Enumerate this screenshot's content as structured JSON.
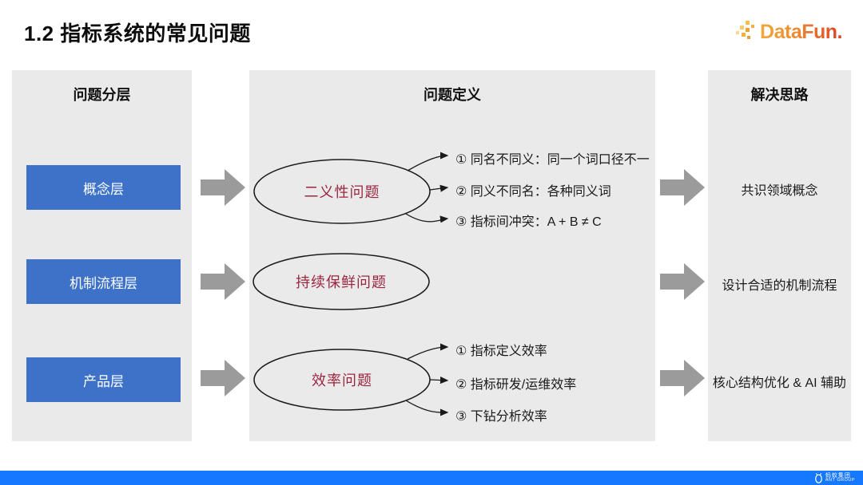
{
  "slide": {
    "title": "1.2 指标系统的常见问题",
    "logo_text": "DataFun.",
    "footer": {
      "brand_cn": "蚂蚁集团",
      "brand_en": "ANT GROUP"
    }
  },
  "icons": {
    "logo_dots": "pixel-dots-icon",
    "footer_mark": "ant-icon",
    "flow_arrow": "block-arrow-right-icon",
    "branch_arrow": "thin-arrow-right-icon"
  },
  "columns": {
    "layers": {
      "header": "问题分层",
      "items": [
        {
          "label": "概念层"
        },
        {
          "label": "机制流程层"
        },
        {
          "label": "产品层"
        }
      ]
    },
    "definitions": {
      "header": "问题定义",
      "problems": [
        {
          "label": "二义性问题",
          "details": [
            "① 同名不同义：同一个词口径不一",
            "② 同义不同名：各种同义词",
            "③ 指标间冲突：A + B ≠ C"
          ]
        },
        {
          "label": "持续保鲜问题",
          "details": []
        },
        {
          "label": "效率问题",
          "details": [
            "① 指标定义效率",
            "② 指标研发/运维效率",
            "③ 下钻分析效率"
          ]
        }
      ]
    },
    "solutions": {
      "header": "解决思路",
      "items": [
        {
          "label": "共识领域概念"
        },
        {
          "label": "设计合适的机制流程"
        },
        {
          "label": "核心结构优化 & AI 辅助"
        }
      ]
    }
  },
  "colors": {
    "accent_blue": "#3E72C8",
    "panel_gray": "#EAEAEA",
    "arrow_gray": "#9B9B9B",
    "problem_red": "#9C2540",
    "footer_blue": "#1677FF",
    "logo_orange": "#F2A93B",
    "logo_red": "#DD3F27"
  }
}
